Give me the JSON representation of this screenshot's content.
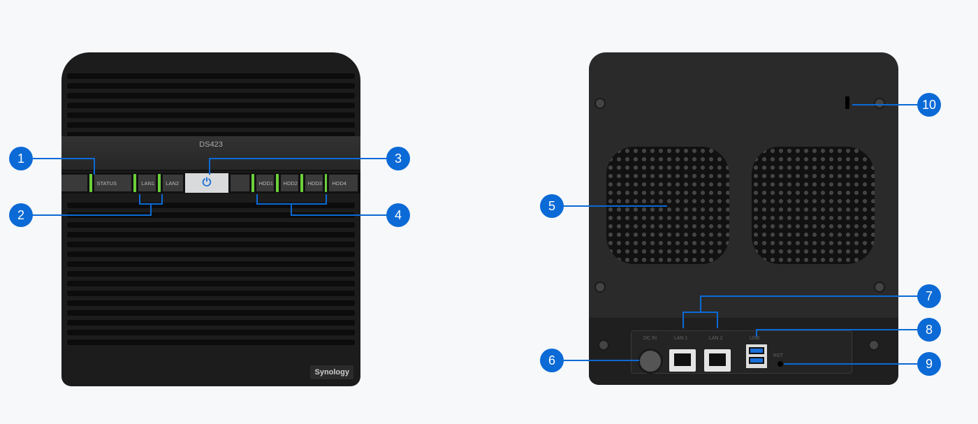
{
  "front": {
    "model": "DS423",
    "status": "STATUS",
    "lan1": "LAN1",
    "lan2": "LAN2",
    "hdd": [
      "HDD1",
      "HDD2",
      "HDD3",
      "HDD4"
    ],
    "brand": "Synology",
    "power_icon": "⏻"
  },
  "back": {
    "dc_in": "DC IN",
    "lan1": "LAN 1",
    "lan2": "LAN 2",
    "usb": "USB",
    "rst": "RST"
  },
  "callouts": [
    "1",
    "2",
    "3",
    "4",
    "5",
    "6",
    "7",
    "8",
    "9",
    "10"
  ],
  "accent": "#0b6ad6",
  "led": "#6bd13a"
}
